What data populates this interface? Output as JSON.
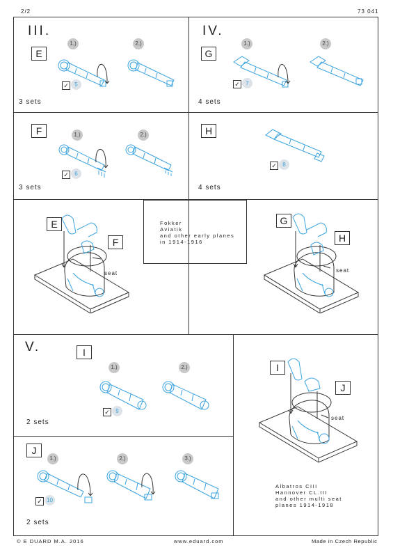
{
  "header": {
    "page": "2/2",
    "code": "73 041"
  },
  "footer": {
    "copyright": "© E DUARD  M.A. 2016",
    "url": "www.eduard.com",
    "made_in": "Made in Czech Republic"
  },
  "section_iii": {
    "roman": "III.",
    "set_e": {
      "letter": "E",
      "step1": "1.)",
      "step2": "2.)",
      "part_no": "5",
      "sets": "3 sets"
    },
    "set_f": {
      "letter": "F",
      "step1": "1.)",
      "step2": "2.)",
      "part_no": "6",
      "sets": "3 sets"
    },
    "assembly": {
      "label_e": "E",
      "label_f": "F",
      "seat": "seat"
    }
  },
  "section_iv": {
    "roman": "IV.",
    "set_g": {
      "letter": "G",
      "step1": "1.)",
      "step2": "2.)",
      "part_no": "7",
      "sets": "4 sets"
    },
    "set_h": {
      "letter": "H",
      "part_no": "8",
      "sets": "4 sets"
    },
    "assembly": {
      "label_g": "G",
      "label_h": "H",
      "seat": "seat"
    }
  },
  "note_early": {
    "line1": "Fokker",
    "line2": "Aviatik",
    "line3": "and other early planes",
    "line4": "in 1914-1916"
  },
  "section_v": {
    "roman": "V.",
    "set_i": {
      "letter": "I",
      "step1": "1.)",
      "step2": "2.)",
      "part_no": "9",
      "sets": "2 sets"
    },
    "set_j": {
      "letter": "J",
      "step1": "1.)",
      "step2": "2.)",
      "step3": "3.)",
      "part_no": "10",
      "sets": "2 sets"
    },
    "assembly": {
      "label_i": "I",
      "label_j": "J",
      "seat": "seat"
    }
  },
  "note_multiseat": {
    "line1": "Albatros CIII",
    "line2": "Hannover CL.III",
    "line3": "and other multi seat",
    "line4": "planes 1914-1918"
  },
  "colors": {
    "part_line": "#3aa3e0",
    "frame": "#333333"
  }
}
